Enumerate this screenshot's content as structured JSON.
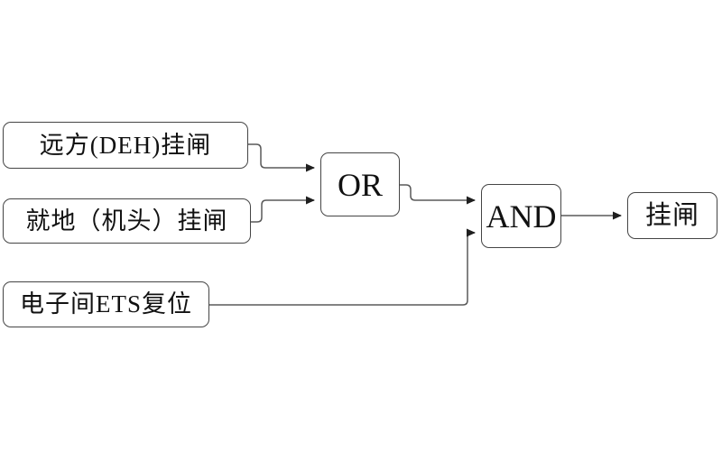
{
  "diagram": {
    "title": "latch-logic-flow",
    "background_color": "#ffffff",
    "wire_color": "#5a5a5a",
    "border_color": "#454545",
    "arrow_color": "#1f1f1f",
    "nodes": {
      "input1": {
        "label": "远方(DEH)挂闸",
        "kind": "input"
      },
      "input2": {
        "label": "就地（机头）挂闸",
        "kind": "input"
      },
      "input3": {
        "label": "电子间ETS复位",
        "kind": "input"
      },
      "or_gate": {
        "label": "OR",
        "kind": "gate"
      },
      "and_gate": {
        "label": "AND",
        "kind": "gate"
      },
      "output": {
        "label": "挂闸",
        "kind": "output"
      }
    },
    "edges": [
      {
        "from": "input1",
        "to": "or_gate"
      },
      {
        "from": "input2",
        "to": "or_gate"
      },
      {
        "from": "or_gate",
        "to": "and_gate"
      },
      {
        "from": "input3",
        "to": "and_gate"
      },
      {
        "from": "and_gate",
        "to": "output"
      }
    ]
  }
}
